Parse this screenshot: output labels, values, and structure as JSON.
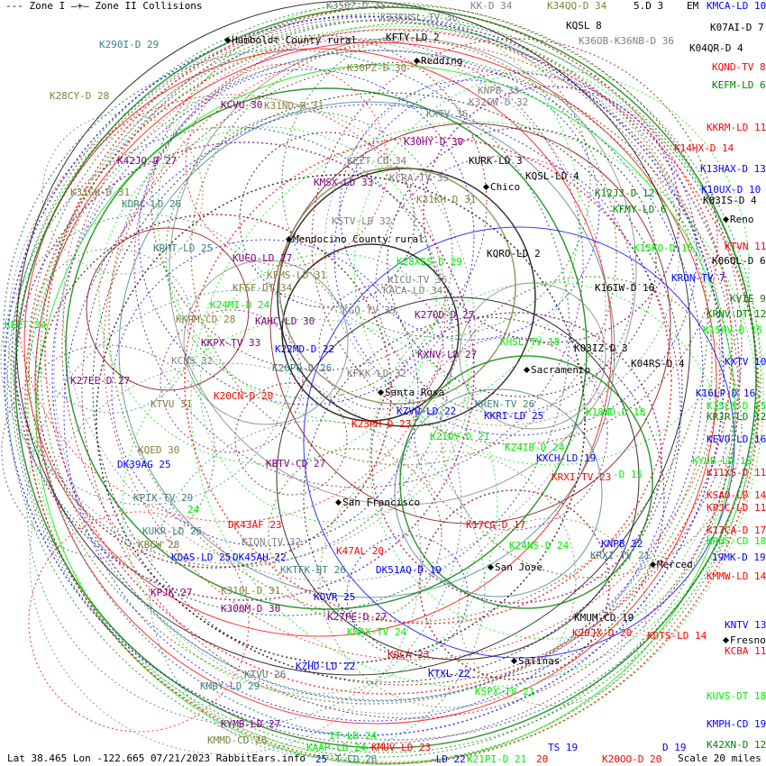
{
  "legend": {
    "zone1": "--- Zone I",
    "zone2": "—+— Zone II Collisions"
  },
  "status": "Lat 38.465 Lon -122.665 07/21/2023 RabbitEars.info",
  "scale": "Scale 20 miles",
  "colors": {
    "olive": "#808040",
    "teal": "#408080",
    "purple": "#800080",
    "blue": "#0000ff",
    "red": "#ff0000",
    "green": "#00ee00",
    "gray": "#808080",
    "black": "#000000",
    "darkred": "#800000",
    "dkgreen": "#008000"
  },
  "cities": [
    "Humboldt County rural",
    "Redding",
    "Chico",
    "Mendocino County rural",
    "Reno",
    "Sacramento",
    "Santa Rosa",
    "San Francisco",
    "San Jose",
    "Merced",
    "Salinas",
    "Fresno"
  ],
  "stations": [
    {
      "label": "K290I-D 29",
      "color": "teal"
    },
    {
      "label": "K28CY-D 28",
      "color": "olive"
    },
    {
      "label": "KCVU 30",
      "color": "purple"
    },
    {
      "label": "K31ND-D 31",
      "color": "olive"
    },
    {
      "label": "K30PZ-D 30",
      "color": "olive"
    },
    {
      "label": "K42JQ-D 27",
      "color": "purple"
    },
    {
      "label": "K31GK-D 31",
      "color": "olive"
    },
    {
      "label": "KDRC-LD 26",
      "color": "teal"
    },
    {
      "label": "KRHT-LD 25",
      "color": "teal"
    },
    {
      "label": "KUCO-LD 27",
      "color": "purple"
    },
    {
      "label": "KFMS-LD 31",
      "color": "olive"
    },
    {
      "label": "KFSF-DT 34",
      "color": "olive"
    },
    {
      "label": "K24MI-D 24",
      "color": "green"
    },
    {
      "label": "KAHC-LD 30",
      "color": "purple"
    },
    {
      "label": "KKPM-CD 28",
      "color": "olive"
    },
    {
      "label": "KKPX-TV 33",
      "color": "purple"
    },
    {
      "label": "KEET 24",
      "color": "green"
    },
    {
      "label": "KCNS 32",
      "color": "gray"
    },
    {
      "label": "K27EE-D 27",
      "color": "purple"
    },
    {
      "label": "K20CN-D 20",
      "color": "red"
    },
    {
      "label": "KTVU 31",
      "color": "olive"
    },
    {
      "label": "K22MD-D 22",
      "color": "blue"
    },
    {
      "label": "K26PQ-D 26",
      "color": "teal"
    },
    {
      "label": "K23PH-D 23",
      "color": "red"
    },
    {
      "label": "KZVU-LD 22",
      "color": "blue"
    },
    {
      "label": "KKRI-LD 25",
      "color": "blue"
    },
    {
      "label": "KQED 30",
      "color": "olive"
    },
    {
      "label": "DK39AG 25",
      "color": "blue"
    },
    {
      "label": "KBTV-CD 27",
      "color": "purple"
    },
    {
      "label": "KPIX-TV 29",
      "color": "teal"
    },
    {
      "label": "24",
      "color": "green"
    },
    {
      "label": "KUKR-LD 26",
      "color": "teal"
    },
    {
      "label": "DK43AF 23",
      "color": "red"
    },
    {
      "label": "KION-TV 32",
      "color": "gray"
    },
    {
      "label": "KBCW 28",
      "color": "olive"
    },
    {
      "label": "DK45AH 22",
      "color": "blue"
    },
    {
      "label": "KDAS-LD 25",
      "color": "blue"
    },
    {
      "label": "KKTFK-DT 26",
      "color": "teal"
    },
    {
      "label": "K47AL 20",
      "color": "red"
    },
    {
      "label": "DK51AQ-D 19",
      "color": "blue"
    },
    {
      "label": "K310L-D 31",
      "color": "olive"
    },
    {
      "label": "KPJK 27",
      "color": "purple"
    },
    {
      "label": "K300M-D 30",
      "color": "purple"
    },
    {
      "label": "KOVR 25",
      "color": "blue"
    },
    {
      "label": "K27PE-D 27",
      "color": "purple"
    },
    {
      "label": "KMAX-TV 24",
      "color": "green"
    },
    {
      "label": "KQCA 23",
      "color": "red"
    },
    {
      "label": "KZHD-LD 22",
      "color": "blue"
    },
    {
      "label": "KTVU 26",
      "color": "teal"
    },
    {
      "label": "KMBY-LD 29",
      "color": "teal"
    },
    {
      "label": "KTXL 22",
      "color": "blue"
    },
    {
      "label": "KSPX-TV 21",
      "color": "green"
    },
    {
      "label": "KMMD-CD 28",
      "color": "olive"
    },
    {
      "label": "KAAP-LD 24",
      "color": "green"
    },
    {
      "label": "KYMB-LD 27",
      "color": "purple"
    },
    {
      "label": "T-CD 26",
      "color": "teal"
    },
    {
      "label": "25",
      "color": "blue"
    },
    {
      "label": "IT-LD 24",
      "color": "green"
    },
    {
      "label": "KMUV-LD 23",
      "color": "red"
    },
    {
      "label": "-LD 22",
      "color": "blue"
    },
    {
      "label": "K21PI-D 21",
      "color": "green"
    },
    {
      "label": "20",
      "color": "red"
    },
    {
      "label": "TS 19",
      "color": "blue"
    },
    {
      "label": "K20OO-D 20",
      "color": "red"
    },
    {
      "label": "D 19",
      "color": "blue"
    },
    {
      "label": "KMCA-LD 10",
      "color": "blue"
    },
    {
      "label": "K07AI-D 7",
      "color": "black"
    },
    {
      "label": "K04QR-D 4",
      "color": "black"
    },
    {
      "label": "KQSL 8",
      "color": "black"
    },
    {
      "label": "KQND-TV 8",
      "color": "red"
    },
    {
      "label": "KEFM-LD 6",
      "color": "dkgreen"
    },
    {
      "label": "KKRM-LD 11",
      "color": "red"
    },
    {
      "label": "K14HX-D 14",
      "color": "red"
    },
    {
      "label": "K13HAX-D 13",
      "color": "blue"
    },
    {
      "label": "K10UX-D 10",
      "color": "blue"
    },
    {
      "label": "K03IS-D 4",
      "color": "black"
    },
    {
      "label": "KTVN 11",
      "color": "red"
    },
    {
      "label": "K06QL-D 6",
      "color": "black"
    },
    {
      "label": "KVIE 9",
      "color": "dkgreen"
    },
    {
      "label": "KRNV-DT 12",
      "color": "dkgreen"
    },
    {
      "label": "K15HV-D 15",
      "color": "green"
    },
    {
      "label": "KXTV 10",
      "color": "blue"
    },
    {
      "label": "K16LP-D 16",
      "color": "blue"
    },
    {
      "label": "K15CX-D 15",
      "color": "green"
    },
    {
      "label": "KRJR-LD 12",
      "color": "dkgreen"
    },
    {
      "label": "KEVO-LD 16",
      "color": "blue"
    },
    {
      "label": "KYUB-LD 15",
      "color": "green"
    },
    {
      "label": "K11XS-D 11",
      "color": "red"
    },
    {
      "label": "KSAO-LD 14",
      "color": "red"
    },
    {
      "label": "KPJC-LD 11",
      "color": "red"
    },
    {
      "label": "K17CA-D 17",
      "color": "red"
    },
    {
      "label": "KRNS-CD 18",
      "color": "green"
    },
    {
      "label": "19MK-D 19",
      "color": "blue"
    },
    {
      "label": "KMMW-LD 14",
      "color": "red"
    },
    {
      "label": "KNTV 13",
      "color": "blue"
    },
    {
      "label": "KCBA 11",
      "color": "red"
    },
    {
      "label": "KUVS-DT 18",
      "color": "green"
    },
    {
      "label": "K42XN-D 12",
      "color": "dkgreen"
    },
    {
      "label": "KMPH-CD 19",
      "color": "blue"
    },
    {
      "label": "KURK-LD 3",
      "color": "black"
    },
    {
      "label": "KQSL-LD 4",
      "color": "black"
    },
    {
      "label": "K12JJ-D 12",
      "color": "dkgreen"
    },
    {
      "label": "KFMY-LD 6",
      "color": "dkgreen"
    },
    {
      "label": "KQRO-LD 2",
      "color": "black"
    },
    {
      "label": "K15KO-D 15",
      "color": "green"
    },
    {
      "label": "KRON-TV 7",
      "color": "blue"
    },
    {
      "label": "K16IW-D 16",
      "color": "black"
    },
    {
      "label": "KHSL-TV 18",
      "color": "green"
    },
    {
      "label": "K03IZ-D 3",
      "color": "black"
    },
    {
      "label": "K04RS-D 4",
      "color": "black"
    },
    {
      "label": "K18ND-D 18",
      "color": "green"
    },
    {
      "label": "K24IB-D 24",
      "color": "green"
    },
    {
      "label": "KXCH-LD 19",
      "color": "blue"
    },
    {
      "label": "KRXI-TV 23",
      "color": "red"
    },
    {
      "label": "-D 15",
      "color": "green"
    },
    {
      "label": "K17CG-D 17",
      "color": "red"
    },
    {
      "label": "K24NS-D 24",
      "color": "green"
    },
    {
      "label": "KNPB 22",
      "color": "blue"
    },
    {
      "label": "KRXI-TV 21",
      "color": "teal"
    },
    {
      "label": "KMUM-CD 19",
      "color": "black"
    },
    {
      "label": "K20JX-D 20",
      "color": "red"
    },
    {
      "label": "KDTS-LD 14",
      "color": "red"
    },
    {
      "label": "K350Z-D 35",
      "color": "gray"
    },
    {
      "label": "K33KHSL-TV 36",
      "color": "gray"
    },
    {
      "label": "KK-D 34",
      "color": "gray"
    },
    {
      "label": "K34QQ-D 34",
      "color": "olive"
    },
    {
      "label": "5.D 3",
      "color": "black"
    },
    {
      "label": "K36OB-K36NB-D 36",
      "color": "gray"
    },
    {
      "label": "EM",
      "color": "black"
    },
    {
      "label": "KFTY-LD 2",
      "color": "black"
    },
    {
      "label": "KNPB 33",
      "color": "gray"
    },
    {
      "label": "K32GW-D 32",
      "color": "gray"
    },
    {
      "label": "KXTV 36",
      "color": "gray"
    },
    {
      "label": "KEZT-CD 34",
      "color": "gray"
    },
    {
      "label": "K30HY-D 30",
      "color": "purple"
    },
    {
      "label": "KMSX-LD 33",
      "color": "purple"
    },
    {
      "label": "KCRA-TV 35",
      "color": "gray"
    },
    {
      "label": "K31KH-D 31",
      "color": "olive"
    },
    {
      "label": "KSTV-LD 32",
      "color": "gray"
    },
    {
      "label": "K28XES-D 29",
      "color": "green"
    },
    {
      "label": "KICU-TV 36",
      "color": "gray"
    },
    {
      "label": "KACA-LD 34",
      "color": "gray"
    },
    {
      "label": "KGO-TV 35",
      "color": "gray"
    },
    {
      "label": "K27OD-D 27",
      "color": "purple"
    },
    {
      "label": "KXNV-LD 27",
      "color": "purple"
    },
    {
      "label": "KFKK-LD 32",
      "color": "gray"
    },
    {
      "label": "KREN-TV 26",
      "color": "teal"
    },
    {
      "label": "K21OY-D 21",
      "color": "green"
    }
  ]
}
